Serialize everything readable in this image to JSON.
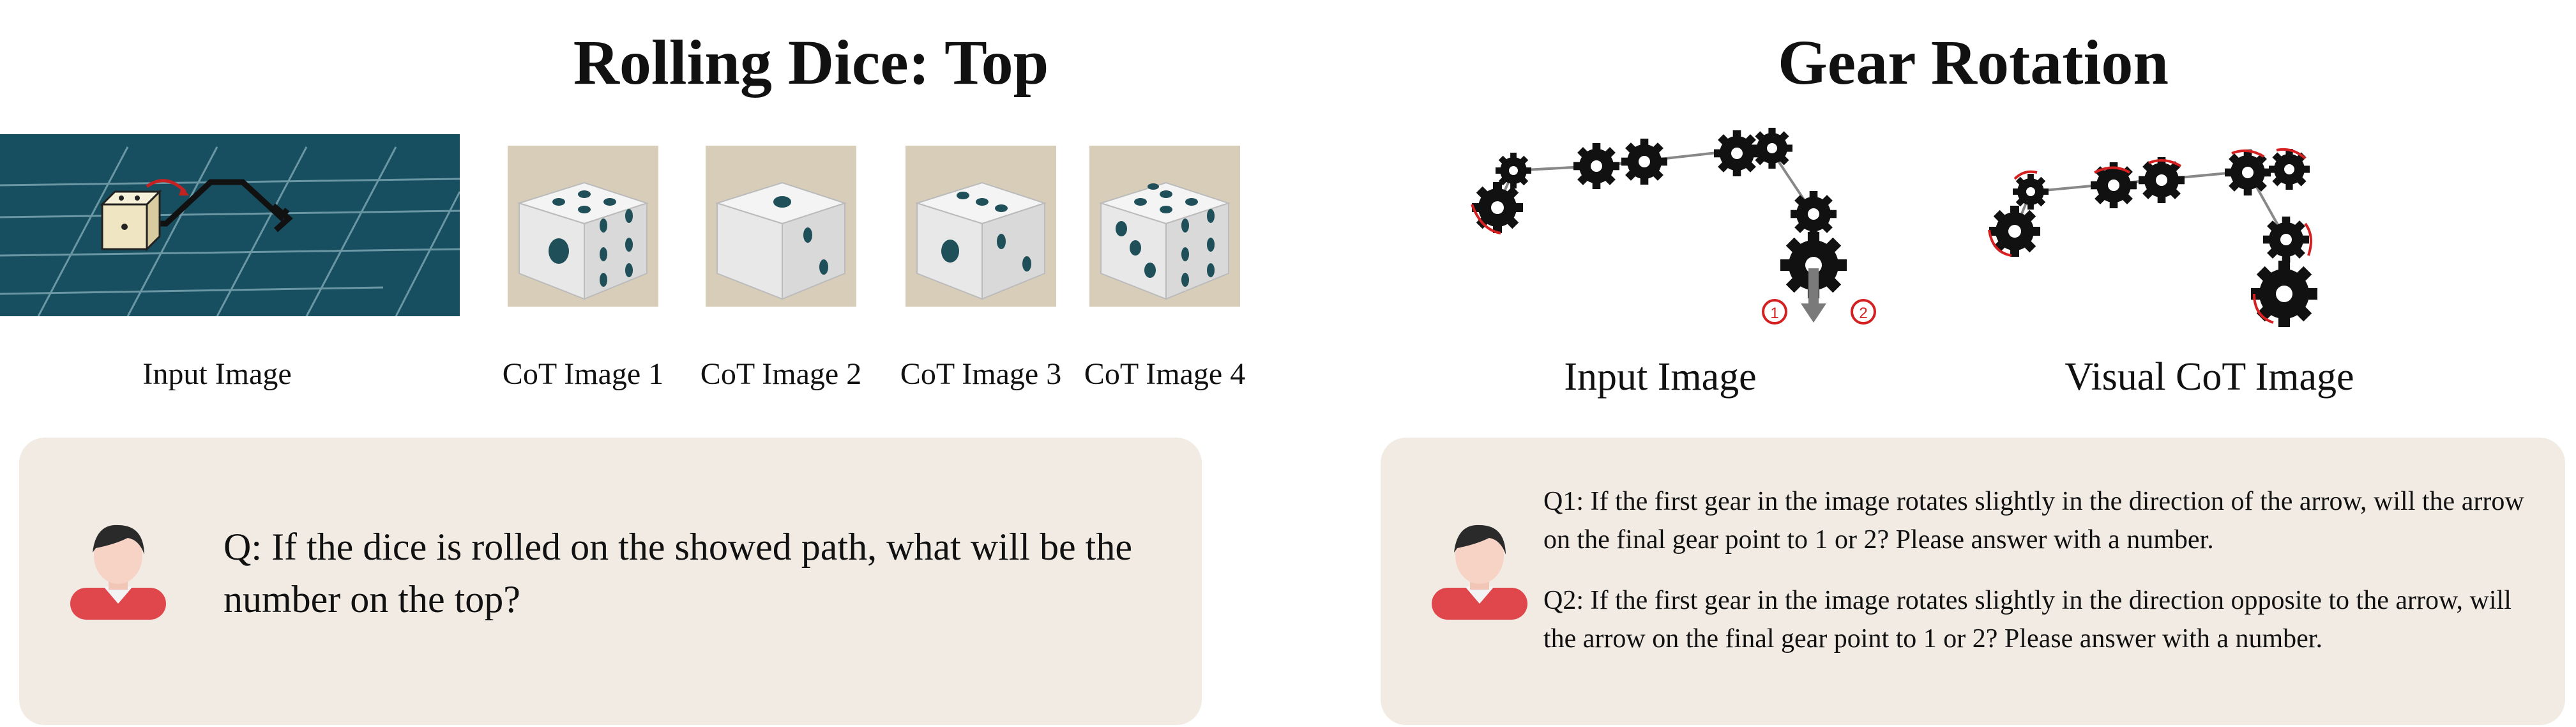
{
  "dice": {
    "title": "Rolling Dice: Top",
    "captions": [
      "Input Image",
      "CoT Image 1",
      "CoT Image 2",
      "CoT Image 3",
      "CoT Image 4"
    ],
    "question": "Q: If the dice is rolled on the showed path, what will be the number on the top?"
  },
  "gear": {
    "title": "Gear Rotation",
    "captions": [
      "Input Image",
      "Visual CoT Image"
    ],
    "arrow_targets": [
      "1",
      "2"
    ],
    "q1": "Q1: If the first gear in the image rotates slightly in the direction of the arrow, will the arrow on the final gear point to 1 or 2? Please answer with a number.",
    "q2": "Q2: If the first gear in the image rotates slightly in the direction opposite to the arrow, will the arrow on the final gear point to 1 or 2? Please answer with a number."
  },
  "colors": {
    "board": "#174f60",
    "panel": "#f2ebe4",
    "pip": "#1f4f58",
    "rotation_marker": "#d42020",
    "avatar_shirt": "#e0474c"
  }
}
